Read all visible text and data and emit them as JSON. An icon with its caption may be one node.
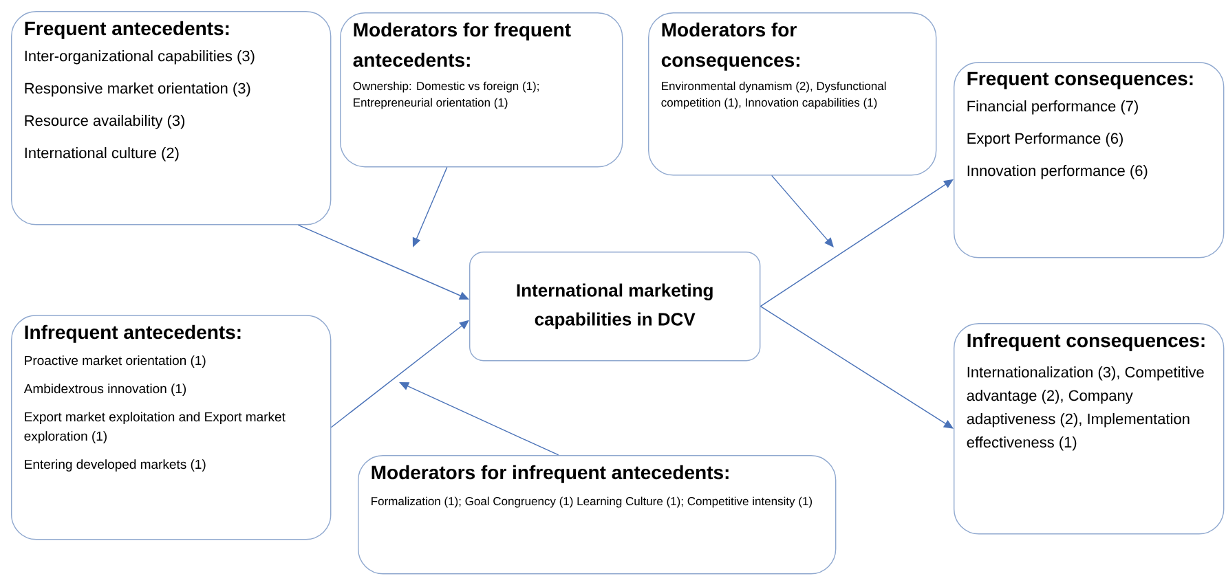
{
  "diagram": {
    "nodes": [
      {
        "text": [
          "Frequent antecedents:",
          "Inter-organizational capabilities (3)",
          "Responsive market orientation (3)",
          "Resource availability (3)",
          "International culture (2)"
        ]
      },
      {
        "text": [
          "Moderators for frequent antecedents:",
          "Ownership: Domestic vs foreign (1); Entrepreneurial orientation (1)"
        ]
      },
      {
        "text": [
          "Moderators for consequences:",
          "Environmental dynamism (2), Dysfunctional competition (1), Innovation capabilities (1)"
        ]
      },
      {
        "text": [
          "Frequent consequences:",
          "Financial performance (7)",
          "Export Performance (6)",
          "Innovation performance (6)"
        ]
      },
      {
        "text": [
          "International marketing capabilities in DCV"
        ]
      },
      {
        "text": [
          "Infrequent antecedents:",
          "Proactive market orientation (1)",
          "Ambidextrous innovation (1)",
          "Export market exploitation and Export market exploration (1)",
          "Entering developed markets (1)"
        ]
      },
      {
        "text": [
          "Moderators for infrequent antecedents:",
          "Formalization (1); Goal Congruency (1) Learning Culture (1); Competitive intensity (1)"
        ]
      },
      {
        "text": [
          "Infrequent consequences:",
          "Internationalization (3), Competitive advantage (2), Company adaptiveness (2), Implementation effectiveness (1)"
        ]
      }
    ],
    "edges": [
      {
        "from": 0,
        "to": 4,
        "arrow": "to"
      },
      {
        "from": 1,
        "to": null,
        "arrow": "to"
      },
      {
        "from": 5,
        "to": 4,
        "arrow": "to"
      },
      {
        "from": 6,
        "to": null,
        "arrow": "to"
      },
      {
        "from": 4,
        "to": 3,
        "arrow": "to"
      },
      {
        "from": 2,
        "to": null,
        "arrow": "to"
      },
      {
        "from": 4,
        "to": 7,
        "arrow": "to"
      }
    ]
  }
}
